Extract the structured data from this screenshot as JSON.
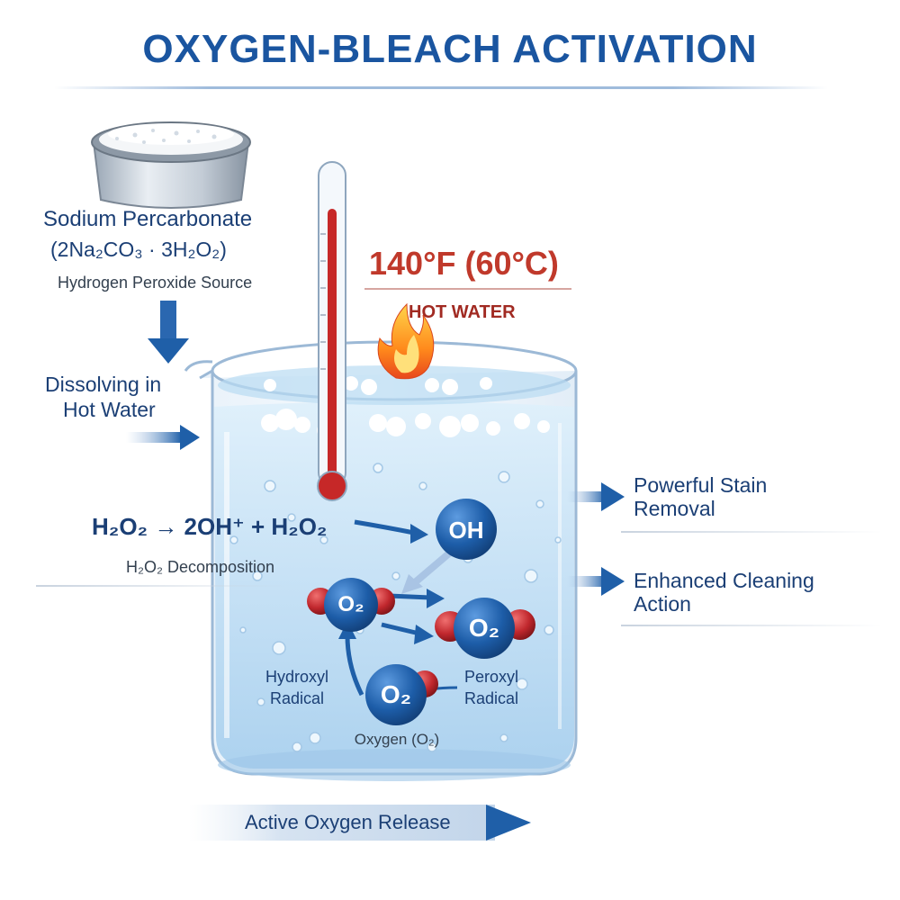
{
  "title": "OXYGEN-BLEACH ACTIVATION",
  "source": {
    "name": "Sodium Percarbonate",
    "formula": "(2Na₂CO₃ · 3H₂O₂)",
    "subtitle": "Hydrogen Peroxide Source"
  },
  "dissolving_label": [
    "Dissolving in",
    "Hot Water"
  ],
  "temperature": {
    "value": "140°F (60°C)",
    "label": "HOT WATER"
  },
  "reaction": {
    "equation": "H₂O₂ → 2OH⁺ + H₂O₂",
    "caption": "H₂O₂ Decomposition"
  },
  "molecules": {
    "oh": "OH",
    "o2": "O₂"
  },
  "labels": {
    "hydroxyl": [
      "Hydroxyl",
      "Radical"
    ],
    "peroxyl": [
      "Peroxyl",
      "Radical"
    ],
    "oxygen": "Oxygen (O₂)"
  },
  "outcomes": [
    [
      "Powerful Stain",
      "Removal"
    ],
    [
      "Enhanced Cleaning",
      "Action"
    ]
  ],
  "bottom_label": "Active Oxygen Release",
  "colors": {
    "title": "#1a55a0",
    "arrow": "#1f5fa8",
    "molecule_blue": "#1d5da8",
    "molecule_red": "#c0272d",
    "temperature": "#c0392b",
    "mercury": "#c62828",
    "water": "#cfe6f7"
  }
}
